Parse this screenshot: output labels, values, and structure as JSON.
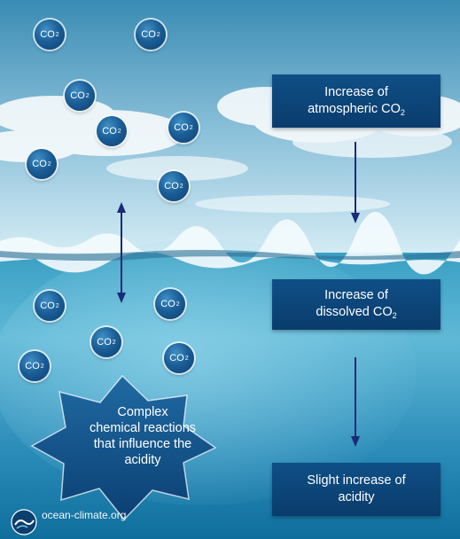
{
  "molecules": {
    "main": "CO",
    "sub": "2"
  },
  "boxes": [
    {
      "line1": "Increase of",
      "line2_main": "atmospheric CO",
      "line2_sub": "2"
    },
    {
      "line1": "Increase of",
      "line2_main": "dissolved CO",
      "line2_sub": "2"
    },
    {
      "line1": "Slight increase of",
      "line2_main": "acidity",
      "line2_sub": ""
    }
  ],
  "star": {
    "lines": [
      "Complex",
      "chemical reactions",
      "that influence the",
      "acidity"
    ]
  },
  "footer": {
    "text": "ocean-climate.org"
  },
  "colors": {
    "box": "#0a3c6c",
    "arrow": "#1c2a78",
    "sky_top": "#3a8cb4",
    "sea_bottom": "#0f6e9c"
  }
}
